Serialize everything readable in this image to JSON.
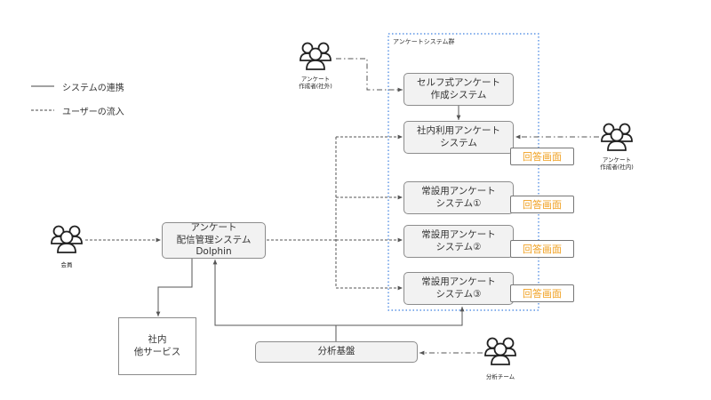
{
  "legend": {
    "solid": "システムの連携",
    "dashed": "ユーザーの流入"
  },
  "group": {
    "label": "アンケートシステム群"
  },
  "actors": {
    "external_creator": {
      "line1": "アンケート",
      "line2": "作成者(社外)",
      "icon": "users-icon"
    },
    "internal_creator": {
      "line1": "アンケート",
      "line2": "作成者(社内)",
      "icon": "users-icon"
    },
    "member": {
      "label": "会員",
      "icon": "users-icon"
    },
    "analysis_team": {
      "label": "分析チーム",
      "icon": "users-icon"
    }
  },
  "systems": {
    "self_survey": {
      "line1": "セルフ式アンケート",
      "line2": "作成システム"
    },
    "internal_survey": {
      "line1": "社内利用アンケート",
      "line2": "システム"
    },
    "regular_1": {
      "line1": "常設用アンケート",
      "line2": "システム①"
    },
    "regular_2": {
      "line1": "常設用アンケート",
      "line2": "システム②"
    },
    "regular_3": {
      "line1": "常設用アンケート",
      "line2": "システム③"
    },
    "dolphin": {
      "line1": "アンケート",
      "line2": "配信管理システム",
      "line3": "Dolphin"
    },
    "other_service": {
      "line1": "社内",
      "line2": "他サービス"
    },
    "analysis": {
      "label": "分析基盤"
    }
  },
  "badges": {
    "answer_label": "回答画面"
  },
  "colors": {
    "badge_text": "#f0a020",
    "group_border": "#3b7fe0",
    "line": "#555555"
  }
}
